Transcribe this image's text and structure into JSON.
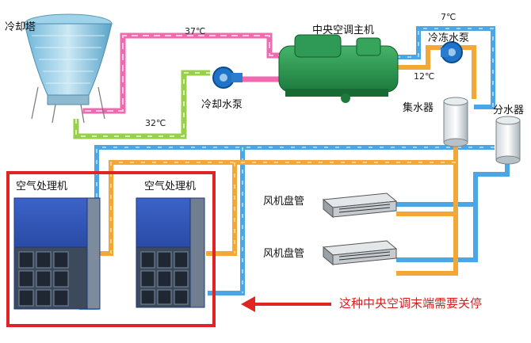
{
  "labels": {
    "cooling_tower": "冷却塔",
    "chiller": "中央空调主机",
    "cooling_pump": "冷却水泵",
    "chilled_pump": "冷冻水泵",
    "collector": "集水器",
    "distributor": "分水器",
    "ahu_1": "空气处理机",
    "ahu_2": "空气处理机",
    "fcu_1": "风机盘管",
    "fcu_2": "风机盘管"
  },
  "temps": {
    "t37": "37℃",
    "t32": "32℃",
    "t7": "7℃",
    "t12": "12℃"
  },
  "note": "这种中央空调末端需要关停",
  "colors": {
    "hot_pipe": "#f06ab0",
    "cool_pipe": "#98d04a",
    "supply_pipe": "#4aa6e4",
    "return_pipe": "#f2a737",
    "highlight": "#e02424"
  }
}
